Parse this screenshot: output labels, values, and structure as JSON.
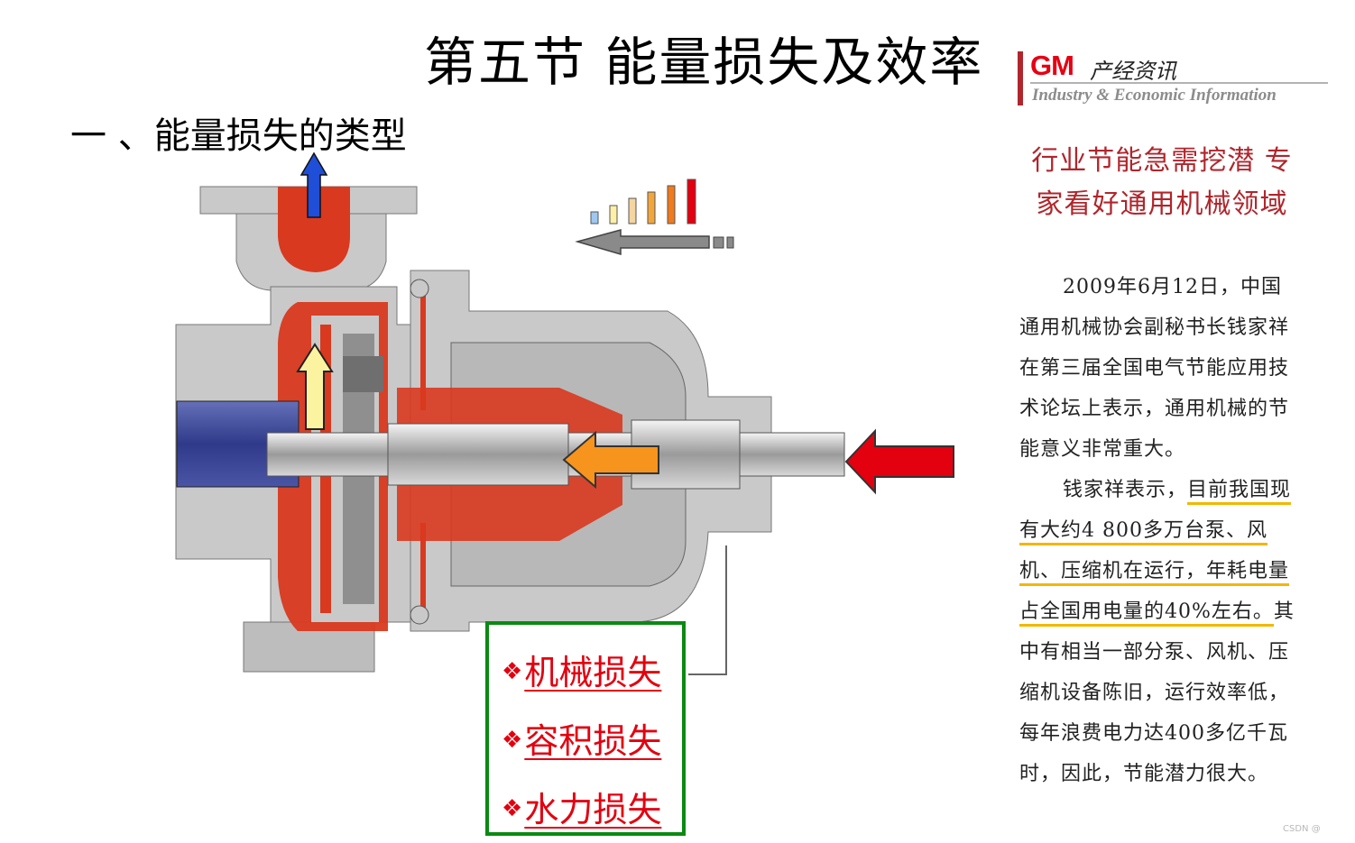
{
  "slide": {
    "title": "第五节 能量损失及效率",
    "subtitle": "一 、能量损失的类型"
  },
  "loss_box": {
    "bullet": "❖",
    "items": [
      "机械损失",
      "容积损失",
      "水力损失"
    ]
  },
  "logo": {
    "brand": "GM",
    "name_cn": "产经资讯",
    "name_en": "Industry & Economic Information"
  },
  "article": {
    "headline": "行业节能急需挖潜 专家看好通用机械领域",
    "para1": "2009年6月12日，中国通用机械协会副秘书长钱家祥在第三届全国电气节能应用技术论坛上表示，通用机械的节能意义非常重大。",
    "para2_lead": "钱家祥表示，",
    "para2_highlight": "目前我国现有大约4 800多万台泵、风机、压缩机在运行，年耗电量占全国用电量的40%左右。",
    "para2_rest": "其中有相当一部分泵、风机、压缩机设备陈旧，运行效率低，每年浪费电力达400多亿千瓦时，因此，节能潜力很大。"
  },
  "footer": {
    "watermark": "CSDN @"
  },
  "colors": {
    "accent_red": "#b0262c",
    "loss_text": "#e3000f",
    "box_border": "#0a8a12",
    "highlight_underline": "#f2b700",
    "pump_red": "#d9391f",
    "pump_gray": "#c9c9c9",
    "inlet_blue": "#3d4a9c"
  },
  "icons": [
    "up-arrow-icon",
    "left-arrow-icon",
    "energy-bars-icon"
  ]
}
